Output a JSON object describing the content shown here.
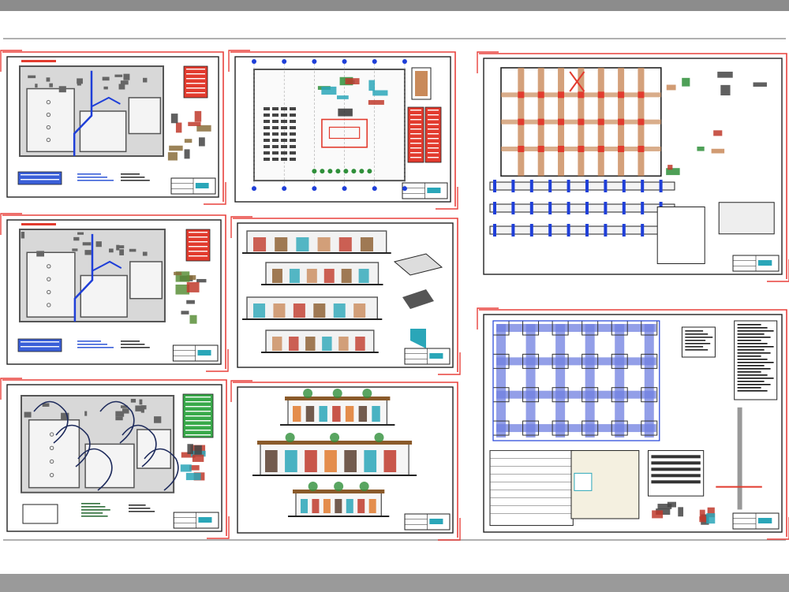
{
  "sheets": [
    {
      "id": "sheet-1",
      "kind": "plumbing-plan"
    },
    {
      "id": "sheet-2",
      "kind": "architectural-plan"
    },
    {
      "id": "sheet-3",
      "kind": "structural-plan"
    },
    {
      "id": "sheet-4",
      "kind": "plumbing-plan"
    },
    {
      "id": "sheet-5",
      "kind": "sections"
    },
    {
      "id": "sheet-6",
      "kind": "electrical-plan"
    },
    {
      "id": "sheet-7",
      "kind": "elevations"
    },
    {
      "id": "sheet-8",
      "kind": "foundation-plan"
    }
  ],
  "colors": {
    "sheet_border": "#e8413c",
    "frame": "#222222",
    "wall": "#555555",
    "pipe": "#1f3fd8",
    "beam": "#c98a5a",
    "column": "#8a5a2a",
    "accent_red": "#e23b2e",
    "green": "#2f8f3a",
    "teal": "#2aa6b8"
  }
}
